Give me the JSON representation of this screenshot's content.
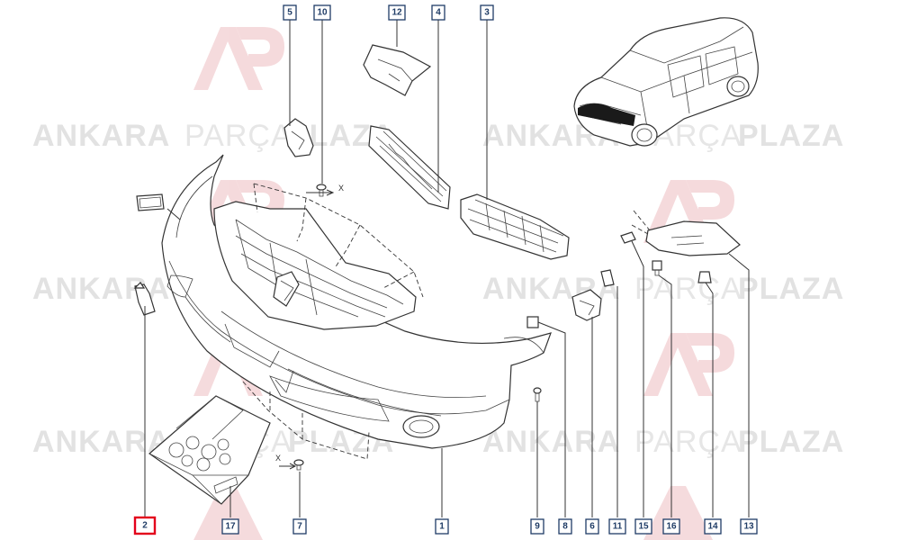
{
  "watermark": {
    "brand_bold_1": "ANKARA",
    "brand_light": "PARÇA",
    "brand_bold_2": "PLAZA",
    "logo": "AP-logo"
  },
  "callouts": [
    {
      "id": "c1",
      "label": "1",
      "highlight": false
    },
    {
      "id": "c2",
      "label": "2",
      "highlight": true
    },
    {
      "id": "c3",
      "label": "3",
      "highlight": false
    },
    {
      "id": "c4",
      "label": "4",
      "highlight": false
    },
    {
      "id": "c5",
      "label": "5",
      "highlight": false
    },
    {
      "id": "c6",
      "label": "6",
      "highlight": false
    },
    {
      "id": "c7",
      "label": "7",
      "highlight": false
    },
    {
      "id": "c8",
      "label": "8",
      "highlight": false
    },
    {
      "id": "c9",
      "label": "9",
      "highlight": false
    },
    {
      "id": "c10",
      "label": "10",
      "highlight": false
    },
    {
      "id": "c11",
      "label": "11",
      "highlight": false
    },
    {
      "id": "c12",
      "label": "12",
      "highlight": false
    },
    {
      "id": "c13",
      "label": "13",
      "highlight": false
    },
    {
      "id": "c14",
      "label": "14",
      "highlight": false
    },
    {
      "id": "c15",
      "label": "15",
      "highlight": false
    },
    {
      "id": "c16",
      "label": "16",
      "highlight": false
    },
    {
      "id": "c17",
      "label": "17",
      "highlight": false
    }
  ],
  "annotations": {
    "x_mark_1": "X",
    "x_mark_2": "X"
  },
  "colors": {
    "callout_border": "#1f3c66",
    "callout_highlight": "#e3001b",
    "watermark_gray": "#e2e2e2",
    "watermark_red": "#f3c9cc"
  }
}
